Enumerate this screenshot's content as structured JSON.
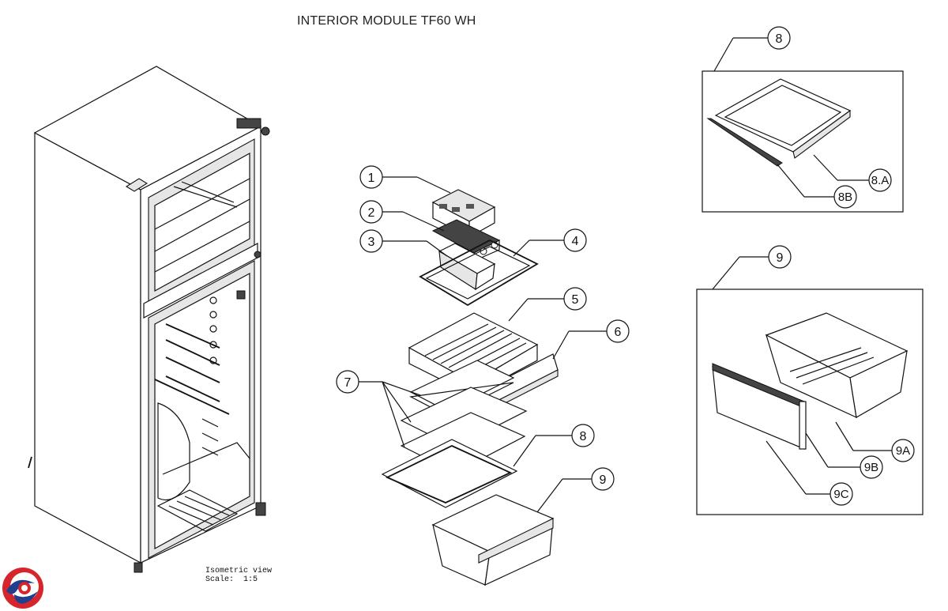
{
  "title": "INTERIOR MODULE  TF60 WH",
  "callouts": {
    "c1": "1",
    "c2": "2",
    "c3": "3",
    "c4": "4",
    "c5": "5",
    "c6": "6",
    "c7": "7",
    "c8": "8",
    "c9": "9",
    "d8": "8",
    "d8a": "8.A",
    "d8b": "8B",
    "d9": "9",
    "d9a": "9A",
    "d9b": "9B",
    "d9c": "9C"
  },
  "note": {
    "line1": "Isometric view",
    "line2": "Scale:  1:5"
  },
  "colors": {
    "logo_red": "#d6262d",
    "logo_blue": "#1f3f8f"
  }
}
